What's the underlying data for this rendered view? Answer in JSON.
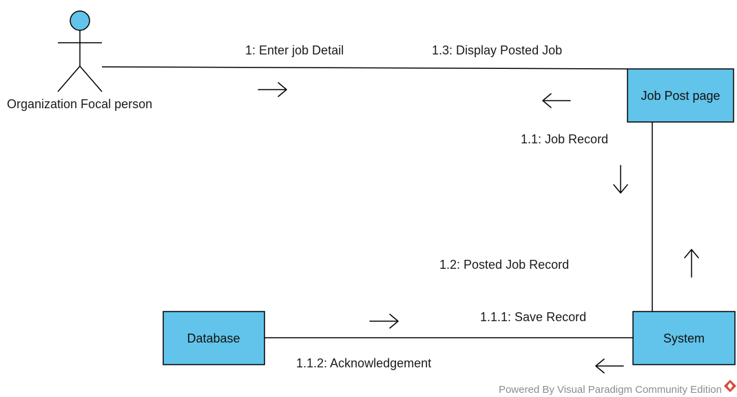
{
  "diagram": {
    "actor": {
      "name": "Organization Focal person"
    },
    "objects": {
      "job_post_page": "Job Post page",
      "system": "System",
      "database": "Database"
    },
    "messages": {
      "m1": "1: Enter job Detail",
      "m1_3": "1.3: Display Posted Job",
      "m1_1": "1.1: Job Record",
      "m1_2": "1.2: Posted Job Record",
      "m1_1_1": "1.1.1: Save Record",
      "m1_1_2": "1.1.2: Acknowledgement"
    }
  },
  "watermark": {
    "text": "Powered By  Visual Paradigm Community Edition",
    "logo_icon": "visual-paradigm-logo-icon"
  },
  "colors": {
    "object_fill": "#62c4ea",
    "actor_head_fill": "#62c4ea",
    "line": "#000000",
    "logo": "#d64a3a"
  }
}
